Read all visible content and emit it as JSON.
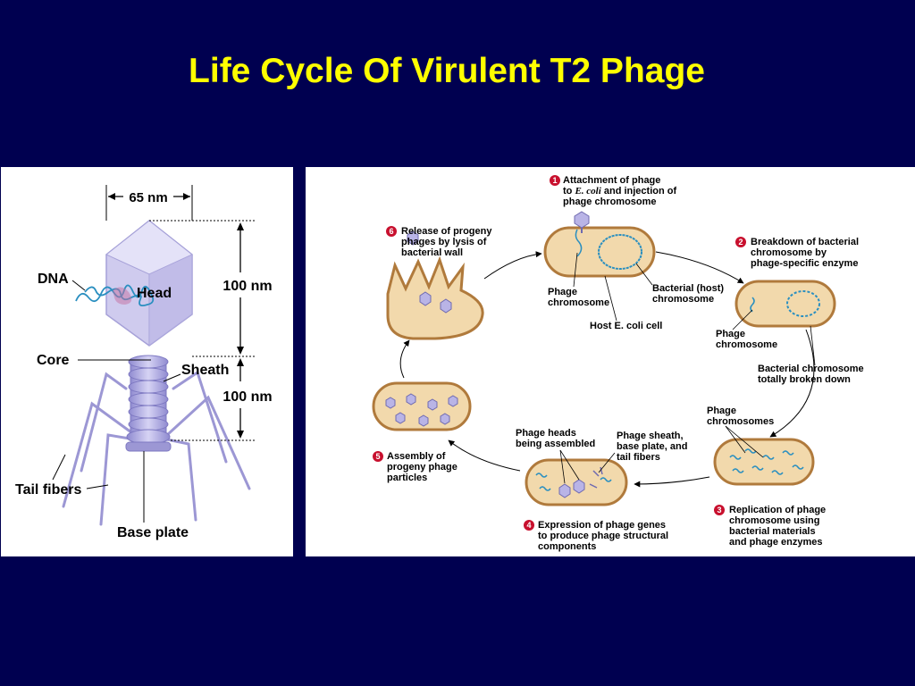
{
  "slide": {
    "title": "Life Cycle Of Virulent T2 Phage"
  },
  "anatomy": {
    "width_label": "65 nm",
    "dna_label": "DNA",
    "head_label": "Head",
    "head_length_label": "100 nm",
    "core_label": "Core",
    "sheath_label": "Sheath",
    "tail_length_label": "100 nm",
    "tail_fibers_label": "Tail fibers",
    "base_plate_label": "Base plate"
  },
  "cycle": {
    "step1": {
      "number": "1",
      "line1": "Attachment of phage",
      "line2_prefix": "to ",
      "line2_italic": "E. coli",
      "line2_suffix": " and injection of",
      "line3": "phage chromosome"
    },
    "step2": {
      "number": "2",
      "line1": "Breakdown of bacterial",
      "line2": "chromosome by",
      "line3": "phage-specific enzyme"
    },
    "step3": {
      "number": "3",
      "line1": "Replication of phage",
      "line2": "chromosome using",
      "line3": "bacterial materials",
      "line4": "and phage enzymes"
    },
    "step4": {
      "number": "4",
      "line1": "Expression of phage genes",
      "line2": "to produce phage structural",
      "line3": "components"
    },
    "step5": {
      "number": "5",
      "line1": "Assembly of",
      "line2": "progeny phage",
      "line3": "particles"
    },
    "step6": {
      "number": "6",
      "line1": "Release of progeny",
      "line2": "phages by lysis of",
      "line3": "bacterial wall"
    },
    "labels": {
      "phage_chromosome_1a": "Phage",
      "phage_chromosome_1b": "chromosome",
      "bacterial_host_a": "Bacterial (host)",
      "bacterial_host_b": "chromosome",
      "host_cell": "Host E. coli cell",
      "phage_chromosome_2a": "Phage",
      "phage_chromosome_2b": "chromosome",
      "broken_down_a": "Bacterial chromosome",
      "broken_down_b": "totally broken down",
      "phage_chromosomes_a": "Phage",
      "phage_chromosomes_b": "chromosomes",
      "heads_a": "Phage heads",
      "heads_b": "being assembled",
      "sheath_a": "Phage sheath,",
      "sheath_b": "base plate, and",
      "sheath_c": "tail fibers"
    }
  },
  "colors": {
    "background": "#000050",
    "title": "#ffff00",
    "step_badge": "#c8102e",
    "cell_fill": "#f2d9ac",
    "cell_edge": "#b07a3c",
    "phage": "#b9b4e6",
    "dna": "#2a8fc0"
  }
}
